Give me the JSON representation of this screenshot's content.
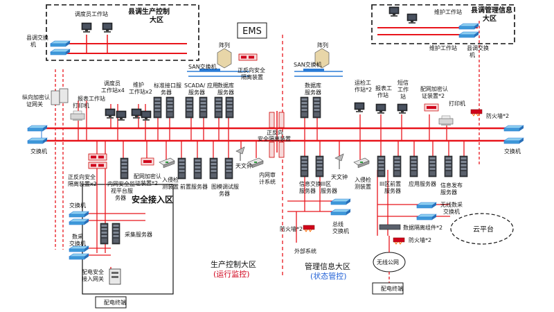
{
  "zones": {
    "county_control": {
      "title_1": "县调生产控制",
      "title_2": "大区"
    },
    "county_mgmt": {
      "title_1": "县调管理信息",
      "title_2": "大区"
    },
    "security_access": {
      "title": "安全接入区"
    },
    "production": {
      "title": "生产控制大区",
      "subtitle": "(运行监控)"
    },
    "management": {
      "title": "管理信息大区",
      "subtitle": "(状态管控)"
    }
  },
  "ems": "EMS",
  "cloud": "云平台",
  "wireless": "无线公网",
  "labels": {
    "dispatcher_ws_top": "调度员工作站",
    "maint_ws_top": "维护工作站",
    "county_switch_l_1": "县调交换",
    "county_switch_l_2": "机",
    "maint_ws_right": "维护工作站",
    "county_switch_r_1": "县调交换",
    "county_switch_r_2": "机",
    "array_l": "阵列",
    "array_r": "阵列",
    "san_switch_l": "SAN交换机",
    "san_switch_r": "SAN交换机",
    "iso_top_1": "正反向安全",
    "iso_top_2": "隔离装置",
    "auth_gw_1": "纵向加密认",
    "auth_gw_2": "证网关",
    "report_ws": "报表工作站",
    "printer_l": "打印机",
    "disp_ws_1": "调度员",
    "disp_ws_2": "工作站x4",
    "maint_ws_1": "维护",
    "maint_ws_2": "工作站x2",
    "std_iface_1": "标准接口服",
    "std_iface_2": "务器",
    "scada_1": "SCADA/ 应用",
    "scada_2": "服务器",
    "db_server_l_1": "数据库",
    "db_server_l_2": "服务器",
    "iso_center_1": "正反向",
    "iso_center_2": "安全隔离装置",
    "db_server_r_1": "数据库",
    "db_server_r_2": "服务器",
    "ops_ws_1": "运检工",
    "ops_ws_2": "作站*2",
    "report_ws_r_1": "报表工",
    "report_ws_r_2": "作站",
    "sms_ws_1": "短信",
    "sms_ws_2": "工作",
    "sms_ws_3": "站",
    "grid_auth_r_1": "配网加密认",
    "grid_auth_r_2": "证装置*2",
    "printer_r": "打印机",
    "firewall_r": "防火墙*2",
    "switch_l": "交换机",
    "switch_r": "交换机",
    "iso_left_1": "正反向安全",
    "iso_left_2": "隔离装置x2",
    "intranet_sec_1": "内网安全监",
    "intranet_sec_2": "视平台服",
    "intranet_sec_3": "务器",
    "grid_auth_l_1": "配网加密认",
    "grid_auth_l_2": "证装置*2",
    "ids_l_1": "入侵检",
    "ids_l_2": "测装置",
    "front_server": "前置服务器",
    "graph_server_1": "图模调试服",
    "graph_server_2": "务器",
    "clock_l": "天文钟",
    "audit_1": "内网审",
    "audit_2": "计系统",
    "info_exchange_1": "信息交换",
    "info_exchange_2": "服务器",
    "zone3_1": "III区",
    "zone3_2": "服务器",
    "clock_r": "天文钟",
    "ids_r_1": "入侵检",
    "ids_r_2": "测装置",
    "zone3b_1": "III区前置",
    "zone3b_2": "服务器",
    "app_server": "应用服务器",
    "info_pub_1": "信息发布",
    "info_pub_2": "服务器",
    "sec_switch_1": "交换机",
    "sec_switch_2": "数采",
    "sec_switch_3": "交换机",
    "collect_server": "采集服务器",
    "grid_gw_1": "配电安全",
    "grid_gw_2": "接入网关",
    "terminal_l": "配电终端",
    "firewall_m": "防火墙*2",
    "bus_switch_1": "总线",
    "bus_switch_2": "交换机",
    "external": "外部系统",
    "wireless_switch_1": "无线数采",
    "wireless_switch_2": "交换机",
    "data_iso": "数据隔离组件*2",
    "firewall_b": "防火墙*2",
    "terminal_r": "配电终端"
  },
  "colors": {
    "bus": "#e8141b",
    "blue_bus": "#2a7bd6",
    "accent_blue": "#1f5fd6",
    "accent_red": "#d0021b"
  }
}
